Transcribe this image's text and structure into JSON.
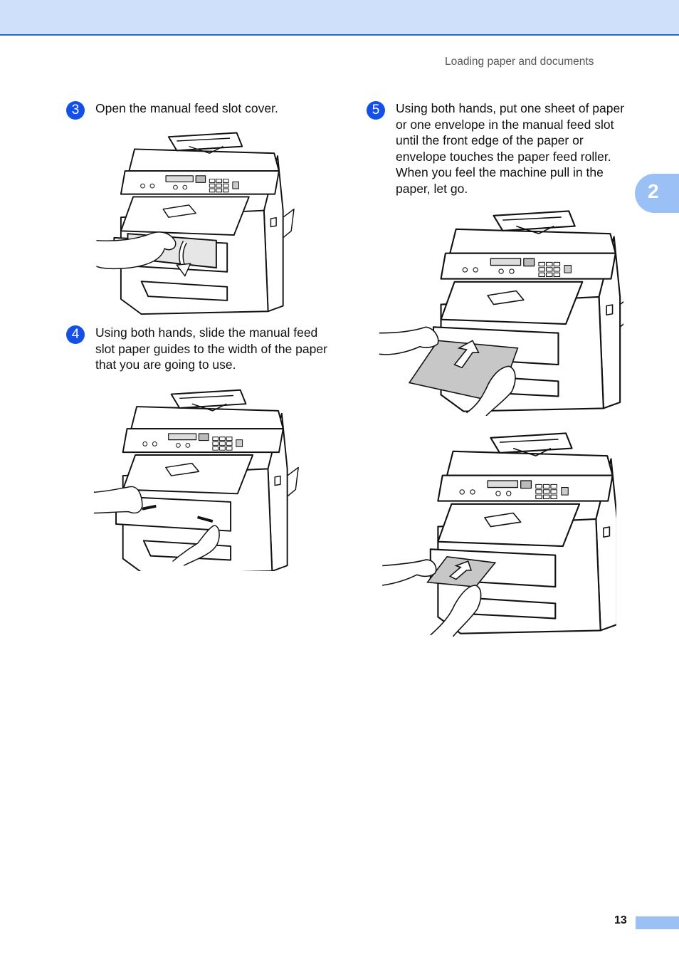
{
  "header": {
    "section_title": "Loading paper and documents"
  },
  "chapter_tab": {
    "number": "2"
  },
  "steps": [
    {
      "number": "3",
      "text": "Open the manual feed slot cover."
    },
    {
      "number": "4",
      "text": "Using both hands, slide the manual feed slot paper guides to the width of the paper that you are going to use."
    },
    {
      "number": "5",
      "text": "Using both hands, put one sheet of paper or one envelope in the manual feed slot until the front edge of the paper or envelope touches the paper feed roller. When you feel the machine pull in the paper, let go."
    }
  ],
  "footer": {
    "page_number": "13"
  },
  "colors": {
    "header_band": "#cfe0fb",
    "accent_blue": "#1450e8",
    "tab_blue": "#9bc0f6"
  }
}
